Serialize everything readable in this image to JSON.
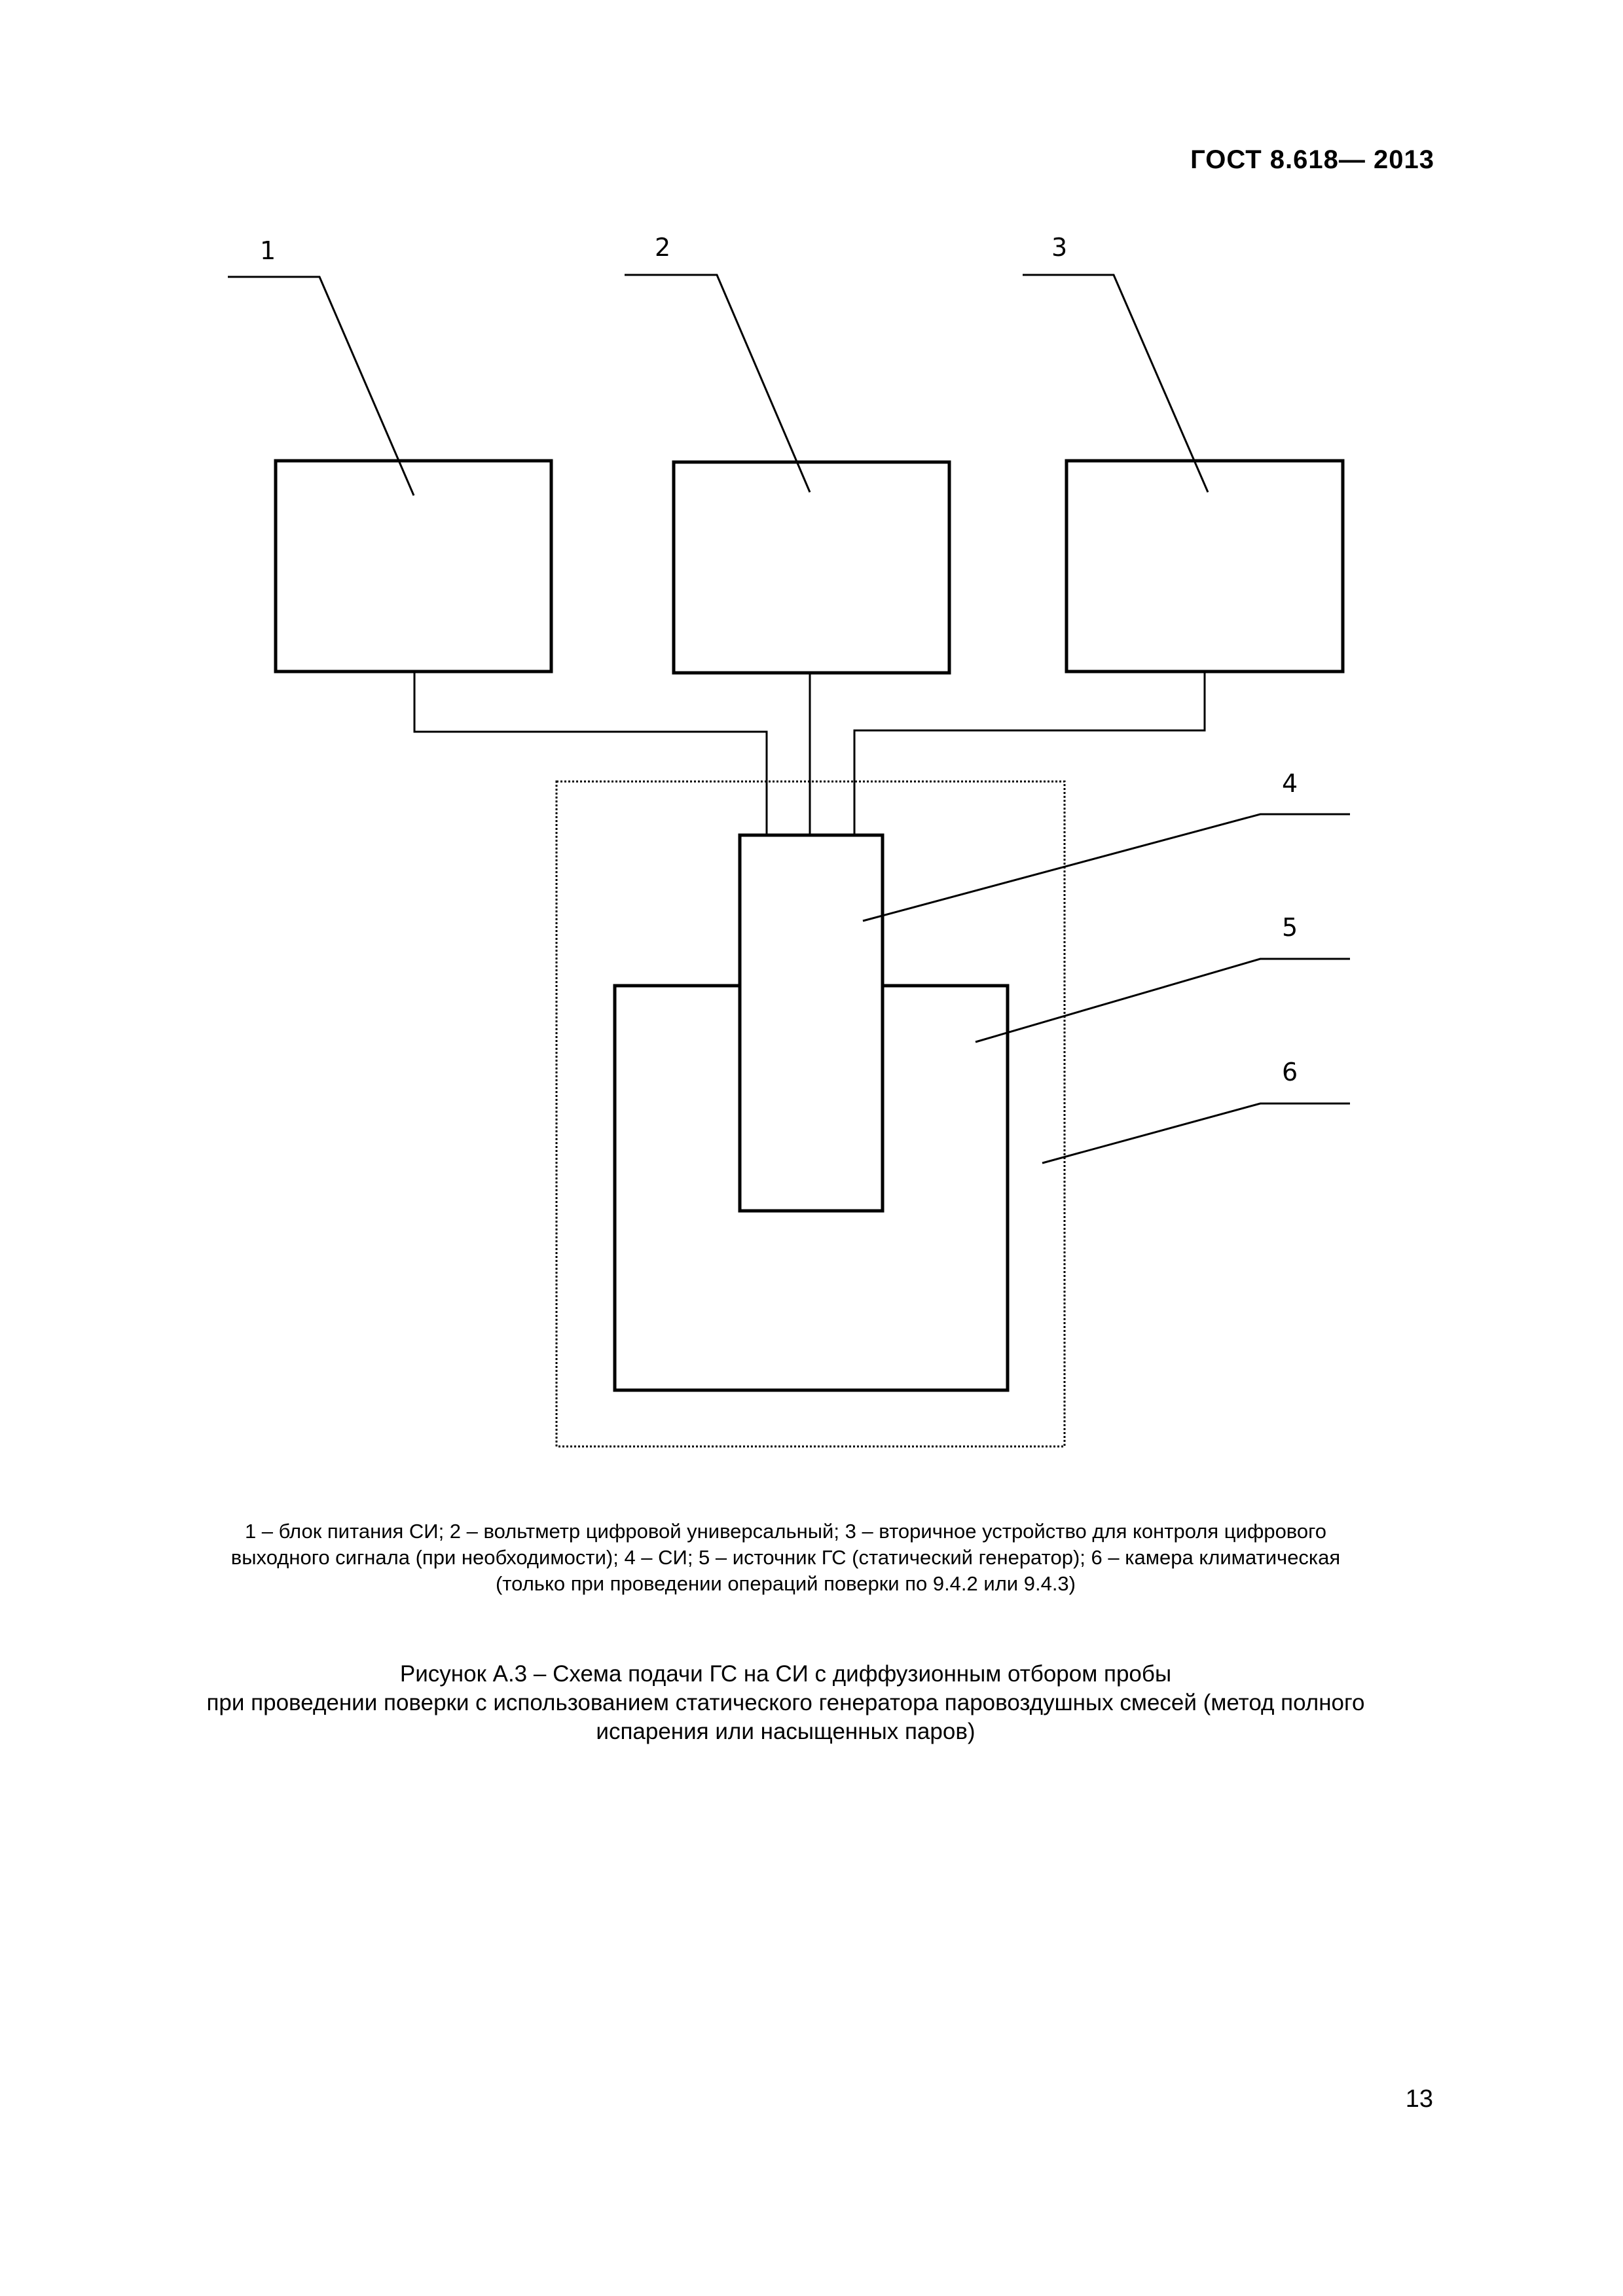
{
  "header": {
    "standard": "ГОСТ  8.618— 2013"
  },
  "diagram": {
    "callouts": [
      "1",
      "2",
      "3",
      "4",
      "5",
      "6"
    ]
  },
  "legend": {
    "lines": [
      "1 – блок питания СИ; 2 – вольтметр цифровой универсальный; 3 – вторичное устройство для контроля цифрового",
      "выходного сигнала (при необходимости); 4 – СИ; 5 – источник ГС (статический генератор); 6 – камера климатическая",
      "(только при проведении операций поверки по 9.4.2 или 9.4.3)"
    ]
  },
  "caption": {
    "lines": [
      "Рисунок А.3 – Схема подачи ГС на СИ с диффузионным отбором пробы",
      "при проведении поверки с использованием статического генератора паровоздушных смесей (метод полного",
      "испарения или насыщенных паров)"
    ]
  },
  "page_number": "13"
}
